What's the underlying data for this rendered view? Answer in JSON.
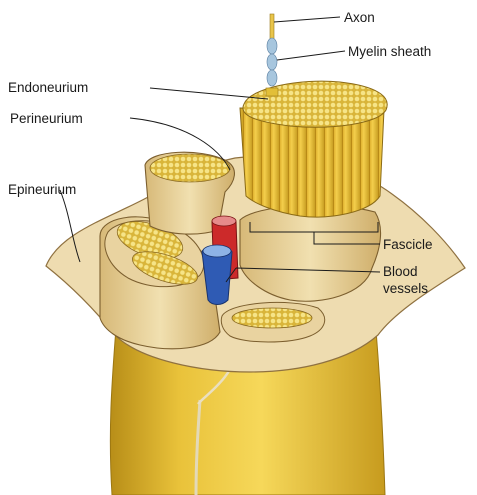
{
  "labels": {
    "axon": "Axon",
    "myelin_sheath": "Myelin sheath",
    "endoneurium": "Endoneurium",
    "perineurium": "Perineurium",
    "epineurium": "Epineurium",
    "fascicle": "Fascicle",
    "blood_vessels_line1": "Blood",
    "blood_vessels_line2": "vessels"
  },
  "colors": {
    "background": "#ffffff",
    "nerve_yellow": "#e8c23a",
    "nerve_dark": "#b8901a",
    "epineurium_tan": "#eedcb0",
    "fascicle_tan": "#e6cf96",
    "fiber_end": "#f1de7a",
    "artery": "#cc2a2a",
    "vein": "#2f5bb4",
    "myelin": "#a7c6de",
    "label_text": "#1a1a1a"
  }
}
